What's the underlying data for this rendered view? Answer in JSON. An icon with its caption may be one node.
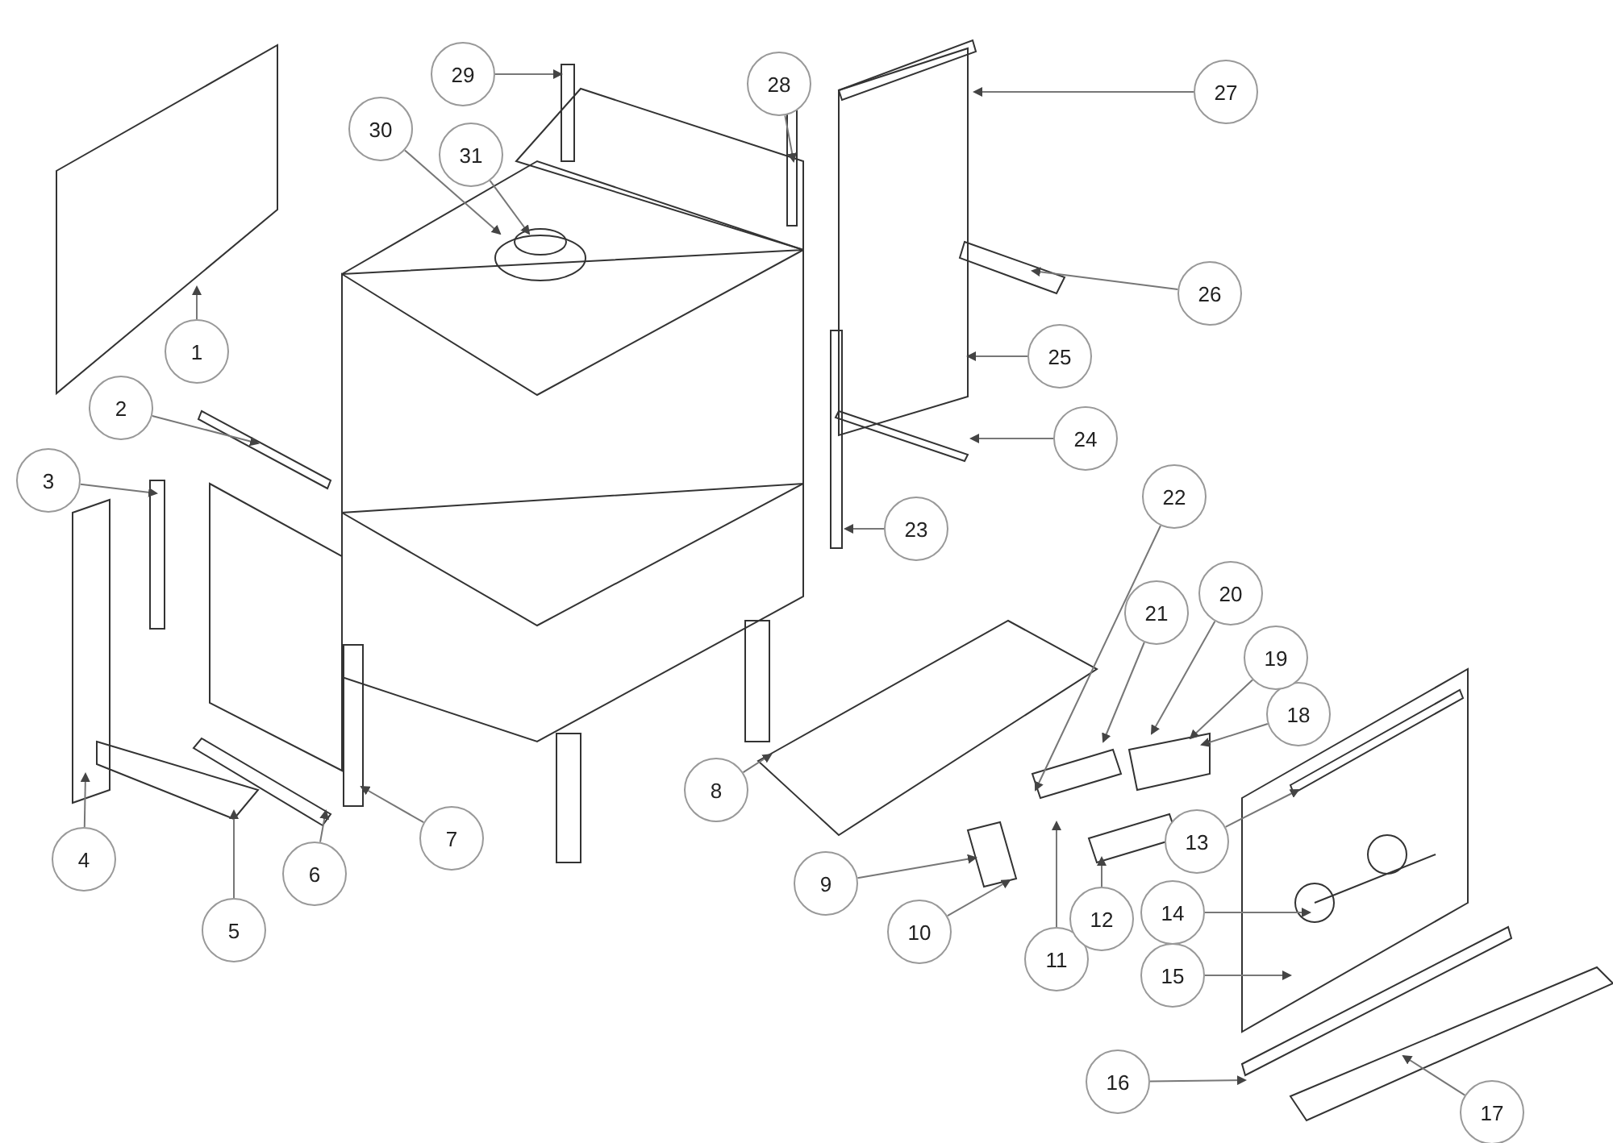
{
  "diagram": {
    "nodes": [
      {
        "text": [
          "1"
        ]
      },
      {
        "text": [
          "2"
        ]
      },
      {
        "text": [
          "3"
        ]
      },
      {
        "text": [
          "4"
        ]
      },
      {
        "text": [
          "5"
        ]
      },
      {
        "text": [
          "6"
        ]
      },
      {
        "text": [
          "7"
        ]
      },
      {
        "text": [
          "8"
        ]
      },
      {
        "text": [
          "9"
        ]
      },
      {
        "text": [
          "10"
        ]
      },
      {
        "text": [
          "11"
        ]
      },
      {
        "text": [
          "12"
        ]
      },
      {
        "text": [
          "13"
        ]
      },
      {
        "text": [
          "14"
        ]
      },
      {
        "text": [
          "15"
        ]
      },
      {
        "text": [
          "16"
        ]
      },
      {
        "text": [
          "17"
        ]
      },
      {
        "text": [
          "18"
        ]
      },
      {
        "text": [
          "19"
        ]
      },
      {
        "text": [
          "20"
        ]
      },
      {
        "text": [
          "21"
        ]
      },
      {
        "text": [
          "22"
        ]
      },
      {
        "text": [
          "23"
        ]
      },
      {
        "text": [
          "24"
        ]
      },
      {
        "text": [
          "25"
        ]
      },
      {
        "text": [
          "26"
        ]
      },
      {
        "text": [
          "27"
        ]
      },
      {
        "text": [
          "28"
        ]
      },
      {
        "text": [
          "29"
        ]
      },
      {
        "text": [
          "30"
        ]
      },
      {
        "text": [
          "31"
        ]
      }
    ],
    "edges": [
      {
        "from": 0,
        "to": null,
        "arrow": "to"
      },
      {
        "from": 1,
        "to": null,
        "arrow": "to"
      },
      {
        "from": 2,
        "to": null,
        "arrow": "to"
      },
      {
        "from": 3,
        "to": null,
        "arrow": "to"
      },
      {
        "from": 4,
        "to": null,
        "arrow": "to"
      },
      {
        "from": 5,
        "to": null,
        "arrow": "to"
      },
      {
        "from": 6,
        "to": null,
        "arrow": "to"
      },
      {
        "from": 7,
        "to": null,
        "arrow": "to"
      },
      {
        "from": 8,
        "to": null,
        "arrow": "to"
      },
      {
        "from": 9,
        "to": null,
        "arrow": "to"
      },
      {
        "from": 10,
        "to": null,
        "arrow": "to"
      },
      {
        "from": 11,
        "to": null,
        "arrow": "to"
      },
      {
        "from": 12,
        "to": null,
        "arrow": "to"
      },
      {
        "from": 13,
        "to": null,
        "arrow": "to"
      },
      {
        "from": 14,
        "to": null,
        "arrow": "to"
      },
      {
        "from": 15,
        "to": null,
        "arrow": "to"
      },
      {
        "from": 16,
        "to": null,
        "arrow": "to"
      },
      {
        "from": 17,
        "to": null,
        "arrow": "to"
      },
      {
        "from": 18,
        "to": null,
        "arrow": "to"
      },
      {
        "from": 19,
        "to": null,
        "arrow": "to"
      },
      {
        "from": 20,
        "to": null,
        "arrow": "to"
      },
      {
        "from": 21,
        "to": null,
        "arrow": "to"
      },
      {
        "from": 22,
        "to": null,
        "arrow": "to"
      },
      {
        "from": 23,
        "to": null,
        "arrow": "to"
      },
      {
        "from": 24,
        "to": null,
        "arrow": "to"
      },
      {
        "from": 25,
        "to": null,
        "arrow": "to"
      },
      {
        "from": 26,
        "to": null,
        "arrow": "to"
      },
      {
        "from": 27,
        "to": null,
        "arrow": "to"
      },
      {
        "from": 28,
        "to": null,
        "arrow": "to"
      },
      {
        "from": 29,
        "to": null,
        "arrow": "to"
      },
      {
        "from": 30,
        "to": null,
        "arrow": "to"
      }
    ]
  }
}
